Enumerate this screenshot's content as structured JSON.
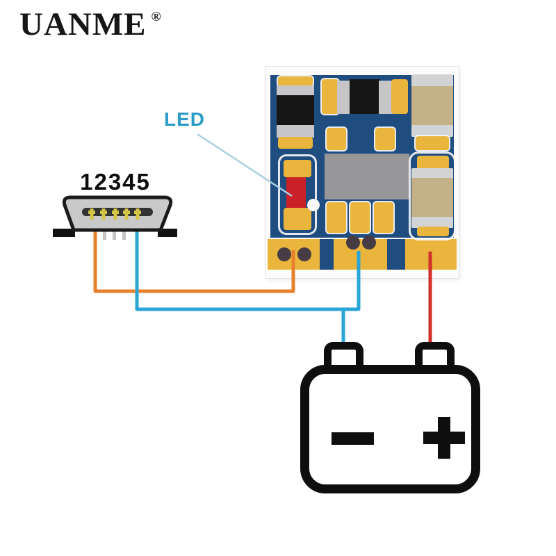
{
  "brand": {
    "name": "UANME",
    "registered_mark": "®"
  },
  "diagram": {
    "usb_pin_label": "12345",
    "led_label": "LED",
    "battery": {
      "negative_symbol": "−",
      "positive_symbol": "+"
    },
    "icon_names": [
      "micro-usb-connector-icon",
      "pcb-module",
      "led-component",
      "battery-icon",
      "orange-wire",
      "cyan-wire",
      "red-wire"
    ]
  },
  "colors": {
    "pcb_blue": "#1F4D80",
    "pad_gold": "#EAB53D",
    "capacitor_tan": "#C4B187",
    "capacitor_cap_gray": "#D2D3D5",
    "component_black": "#161616",
    "component_cap_gray": "#C6C6C8",
    "ic_gray": "#97979A",
    "led_red": "#C92127",
    "hole_dark": "#473C44",
    "wire_orange": "#E5812C",
    "wire_cyan": "#2AA5D6",
    "wire_red": "#D2302A",
    "led_label_blue": "#2B9CC8",
    "leader_blue": "#A9CFE2",
    "usb_body_gray": "#C9C9C9",
    "pin_gold": "#D3C545",
    "outline_black": "#0E0E0E"
  }
}
